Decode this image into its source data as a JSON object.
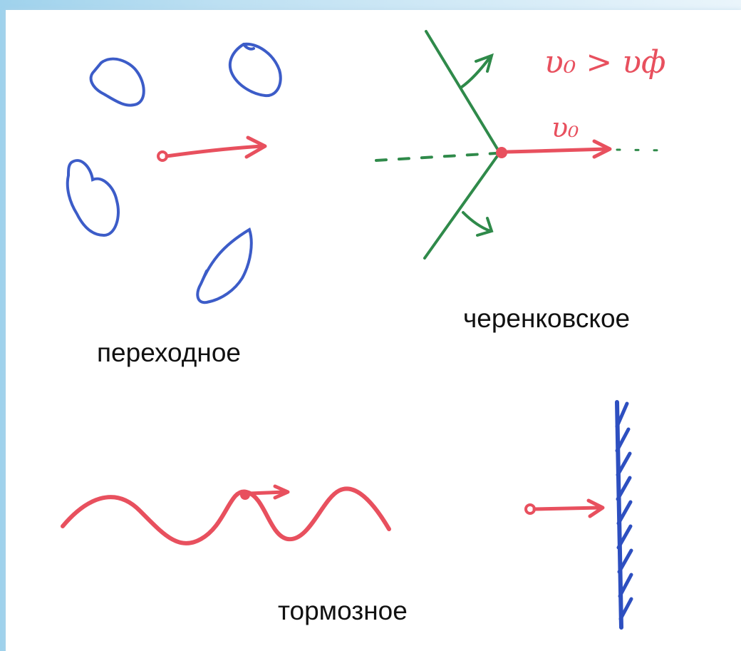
{
  "labels": {
    "transition": "переходное",
    "cherenkov": "черенковское",
    "bremsstrahlung": "тормозное"
  },
  "annotations": {
    "velocity_condition_lhs": "υ₀",
    "velocity_condition_op": ">",
    "velocity_condition_rhs": "υф",
    "particle_velocity": "υ₀"
  },
  "colors": {
    "particle": "#e8505e",
    "medium": "#3c5cc8",
    "wavefront": "#2f8a4a",
    "wall": "#2d4fc0",
    "text": "#111111"
  }
}
